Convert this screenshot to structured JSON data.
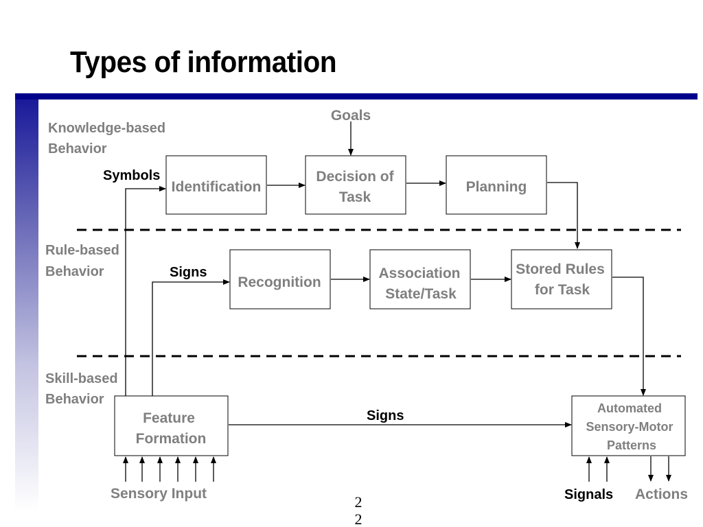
{
  "title": "Types of information",
  "levels": {
    "knowledge": [
      "Knowledge-based",
      "Behavior"
    ],
    "rule": [
      "Rule-based",
      "Behavior"
    ],
    "skill": [
      "Skill-based",
      "Behavior"
    ]
  },
  "labels": {
    "goals": "Goals",
    "symbols": "Symbols",
    "signs_rule": "Signs",
    "signs_skill": "Signs",
    "sensory_input": "Sensory Input",
    "signals": "Signals",
    "actions": "Actions"
  },
  "boxes": {
    "identification": [
      "Identification"
    ],
    "decision": [
      "Decision of",
      "Task"
    ],
    "planning": [
      "Planning"
    ],
    "recognition": [
      "Recognition"
    ],
    "association": [
      "Association",
      "State/Task"
    ],
    "stored_rules": [
      "Stored Rules",
      "for Task"
    ],
    "feature": [
      "Feature",
      "Formation"
    ],
    "automated": [
      "Automated",
      "Sensory-Motor",
      "Patterns"
    ]
  },
  "page_number": [
    "2",
    "2"
  ],
  "colors": {
    "title_bar": "#00008b",
    "label_gray": "#7f7f7f"
  }
}
